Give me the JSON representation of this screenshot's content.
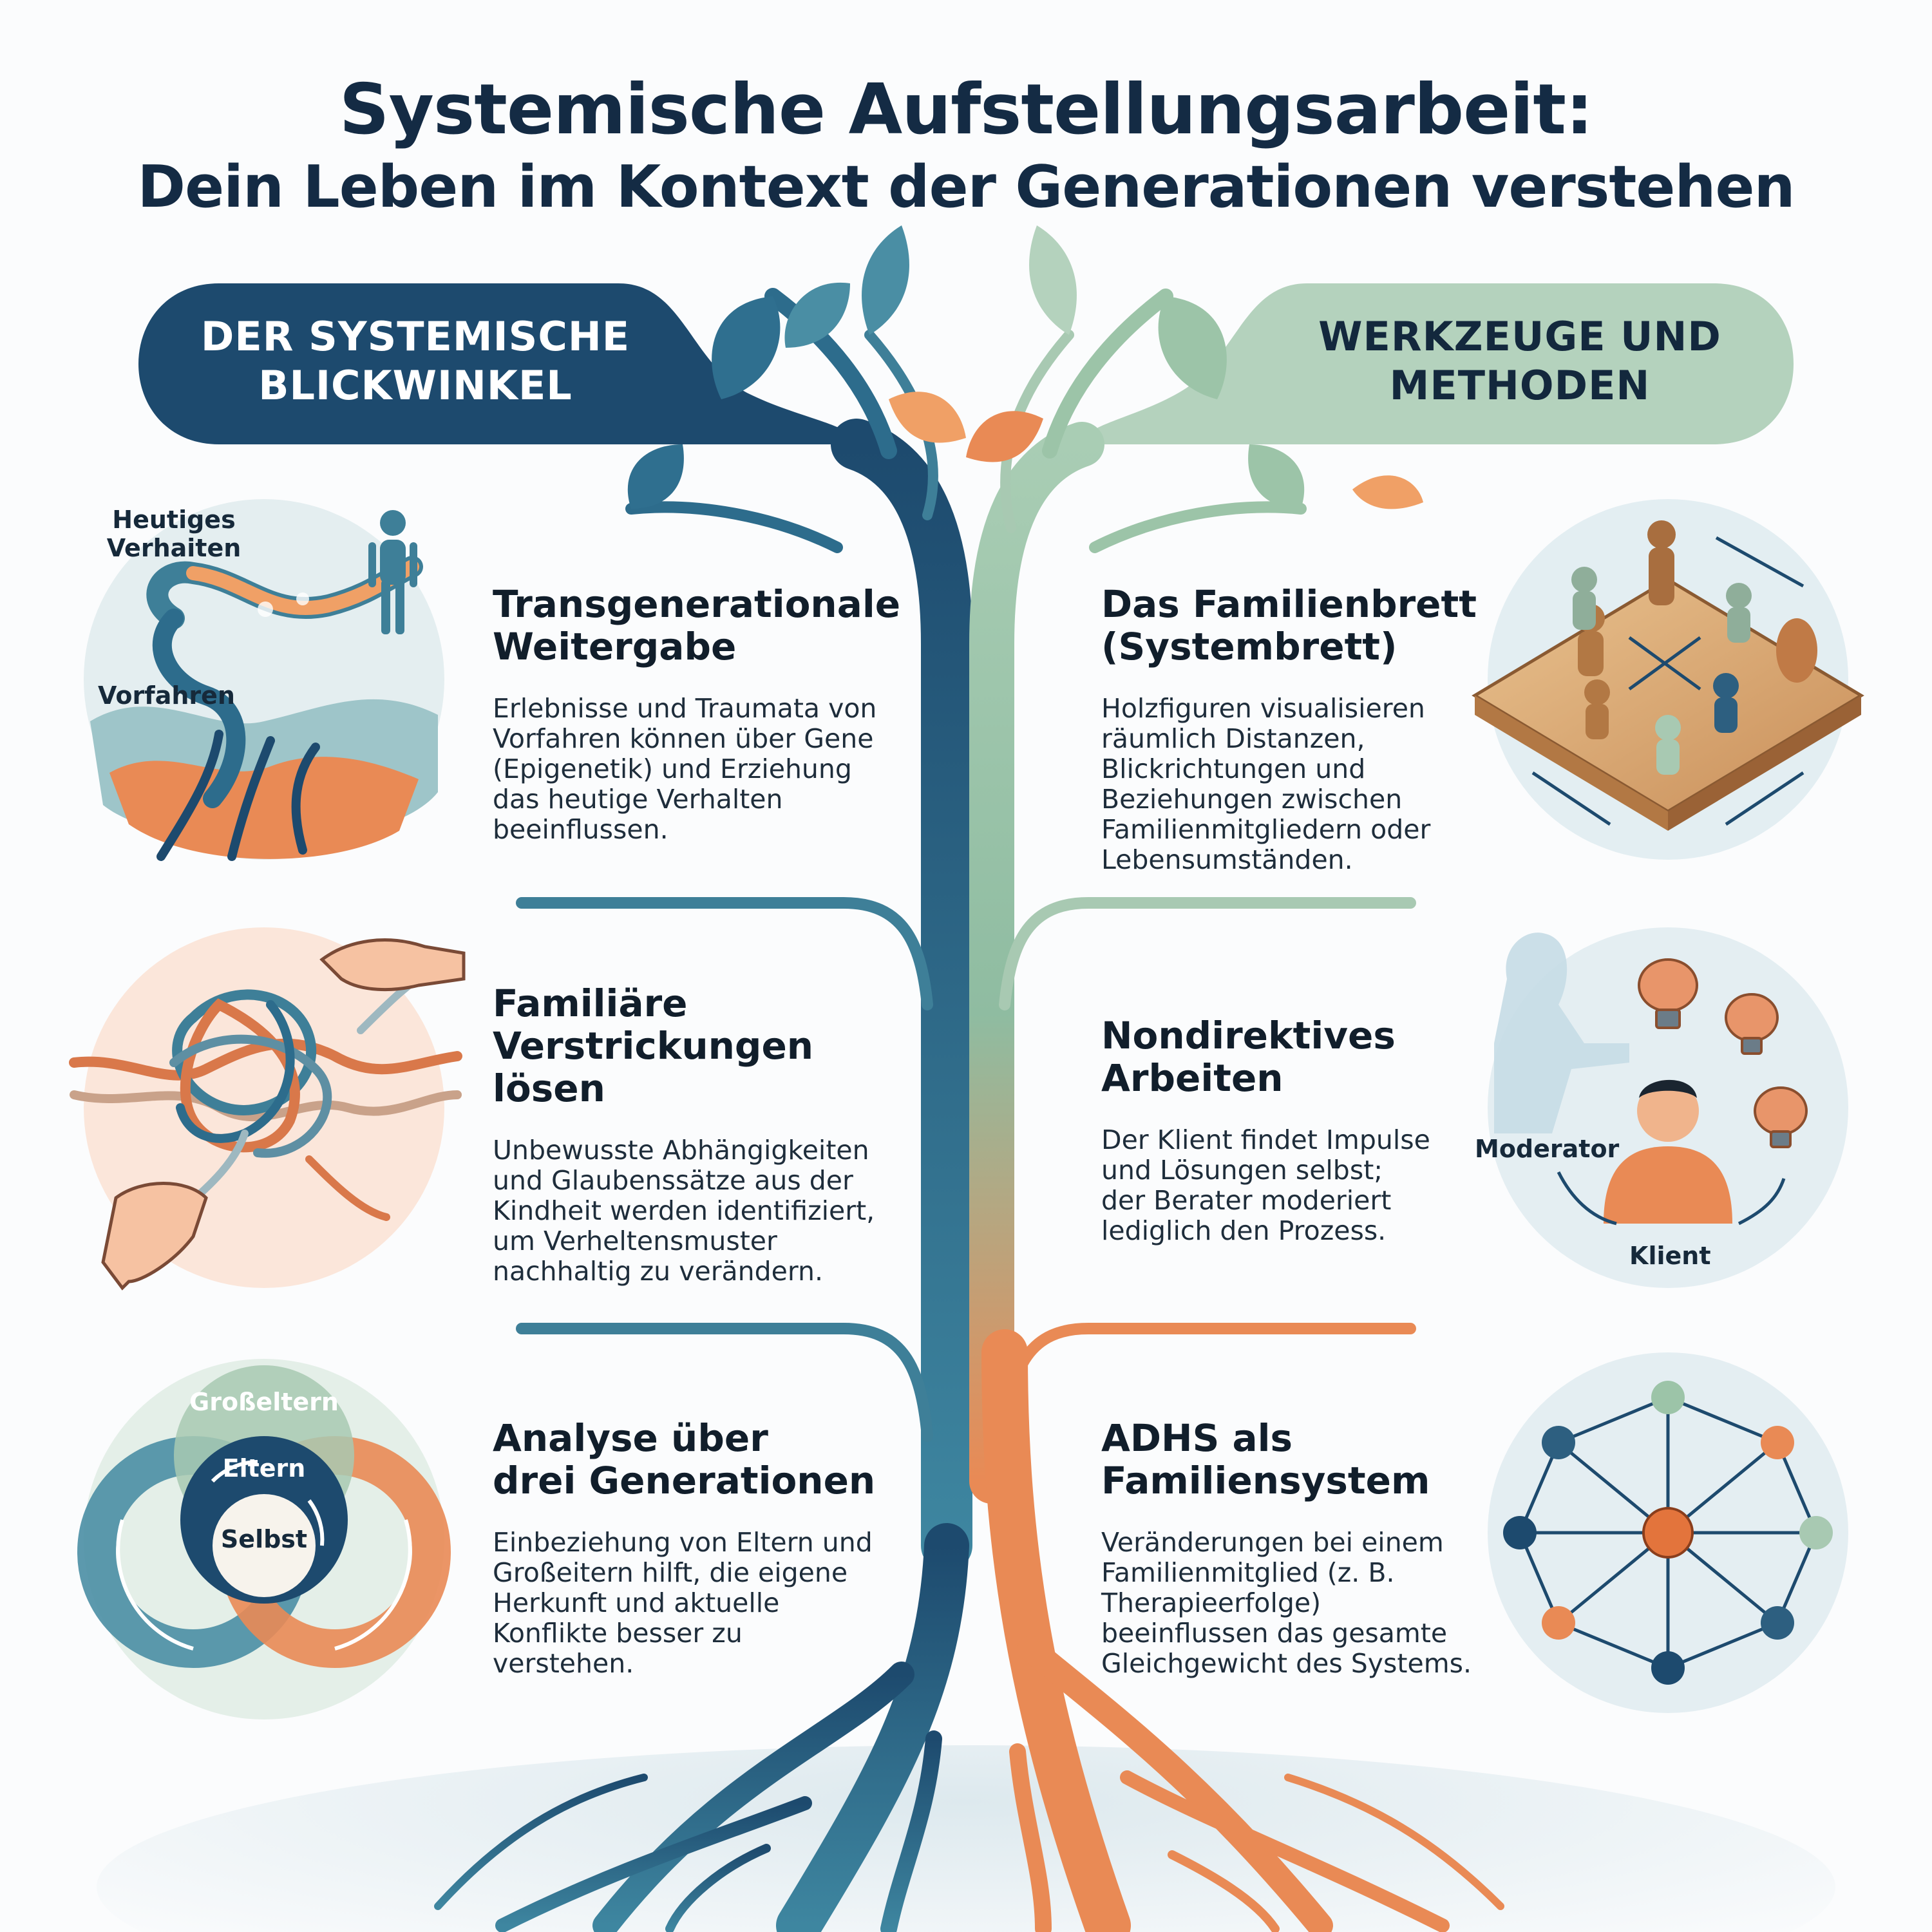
{
  "header": {
    "title": "Systemische Aufstellungsarbeit:",
    "subtitle": "Dein Leben im Kontext der Generationen verstehen"
  },
  "left_banner": {
    "line1": "DER SYSTEMISCHE",
    "line2": "BLICKWINKEL"
  },
  "right_banner": {
    "line1": "WERKZEUGE UND",
    "line2": "METHODEN"
  },
  "left_sections": [
    {
      "title_lines": [
        "Transgenerationale",
        "Weitergabe"
      ],
      "text_lines": [
        "Erlebnisse und Traumata von",
        "Vorfahren können über Gene",
        "(Epigenetik) und Erziehung",
        "das heutige Verhalten",
        "beeinflussen."
      ]
    },
    {
      "title_lines": [
        "Familiäre",
        "Verstrickungen",
        "lösen"
      ],
      "text_lines": [
        "Unbewusste Abhängigkeiten",
        "und Glaubenssätze aus der",
        "Kindheit werden identifiziert,",
        "um Verheltensmuster",
        "nachhaltig zu verändern."
      ]
    },
    {
      "title_lines": [
        "Analyse über",
        "drei Generationen"
      ],
      "text_lines": [
        "Einbeziehung von Eltern und",
        "Großeitern hilft, die eigene",
        "Herkunft und aktuelle",
        "Konflikte besser zu",
        "verstehen."
      ]
    }
  ],
  "right_sections": [
    {
      "title_lines": [
        "Das Familienbrett",
        "(Systembrett)"
      ],
      "text_lines": [
        "Holzfiguren visualisieren",
        "räumlich Distanzen,",
        "Blickrichtungen und",
        "Beziehungen zwischen",
        "Familienmitgliedern oder",
        "Lebensumständen."
      ]
    },
    {
      "title_lines": [
        "Nondirektives",
        "Arbeiten"
      ],
      "text_lines": [
        "Der Klient findet Impulse",
        "und Lösungen selbst;",
        "der Berater moderiert",
        "lediglich den Prozess."
      ]
    },
    {
      "title_lines": [
        "ADHS als",
        "Familiensystem"
      ],
      "text_lines": [
        "Veränderungen bei einem",
        "Familienmitglied (z. B.",
        "Therapieerfolge)",
        "beeinflussen das gesamte",
        "Gleichgewicht des Systems."
      ]
    }
  ],
  "illustration_labels": {
    "heutiges_1": "Heutiges",
    "heutiges_2": "Verhaiten",
    "vorfahren": "Vorfahren",
    "grosseltern": "Großeltern",
    "eltern": "Eltern",
    "selbst": "Selbst",
    "moderator": "Moderator",
    "klient": "Klient"
  },
  "colors": {
    "navy": "#1d4a6e",
    "teal": "#3e7f98",
    "sage": "#a8c9b2",
    "orange": "#e98a55",
    "title": "#142b44"
  },
  "icons": [
    "person-icon",
    "knot-icon",
    "hand-icon",
    "wooden-figure-icon",
    "brain-bulb-icon",
    "network-node-icon"
  ]
}
